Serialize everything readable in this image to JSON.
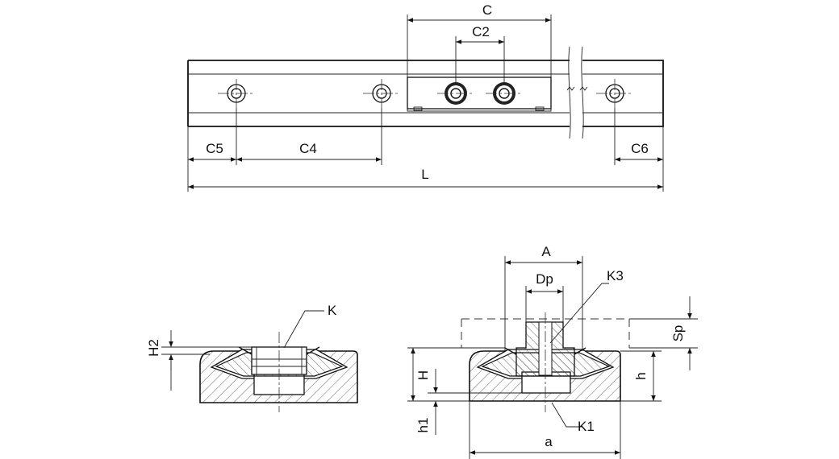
{
  "labels": {
    "C": "C",
    "C2": "C2",
    "C4": "C4",
    "C5": "C5",
    "C6": "C6",
    "L": "L",
    "A": "A",
    "Dp": "Dp",
    "K3": "K3",
    "K": "K",
    "H2": "H2",
    "H": "H",
    "h": "h",
    "h1": "h1",
    "Sp": "Sp",
    "K1": "K1",
    "a": "a"
  }
}
